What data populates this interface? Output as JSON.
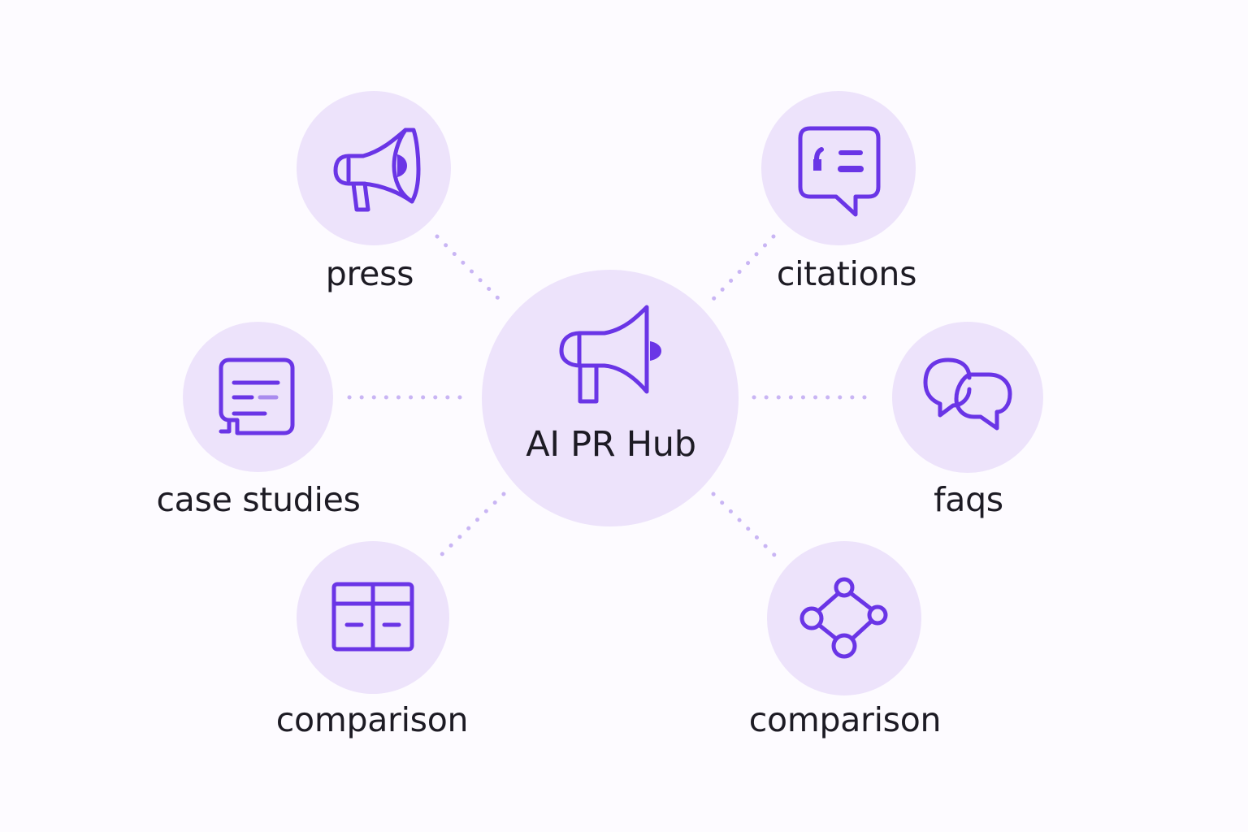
{
  "hub": {
    "title": "AI PR Hub",
    "icon": "megaphone-icon"
  },
  "nodes": [
    {
      "id": "press",
      "label": "press",
      "icon": "megaphone-icon"
    },
    {
      "id": "citations",
      "label": "citations",
      "icon": "quote-bubble-icon"
    },
    {
      "id": "case-studies",
      "label": "case studies",
      "icon": "document-icon"
    },
    {
      "id": "faqs",
      "label": "faqs",
      "icon": "chat-bubbles-icon"
    },
    {
      "id": "comparison-left",
      "label": "comparison",
      "icon": "table-icon"
    },
    {
      "id": "comparison-right",
      "label": "comparison",
      "icon": "node-graph-icon"
    }
  ],
  "colors": {
    "background": "#fdfbff",
    "circle": "#ede3fb",
    "accent": "#6a35e6",
    "connector": "#c9b5f4",
    "text": "#1d1b24"
  }
}
